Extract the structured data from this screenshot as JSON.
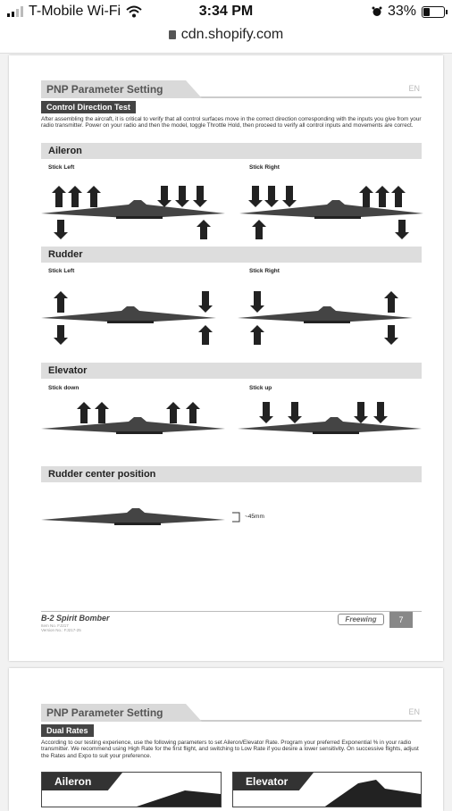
{
  "status_bar": {
    "carrier": "T-Mobile Wi-Fi",
    "time": "3:34 PM",
    "battery": "33%",
    "battery_level": 0.33
  },
  "browser": {
    "url": "cdn.shopify.com"
  },
  "page1": {
    "header": {
      "title": "PNP Parameter Setting",
      "lang": "EN"
    },
    "subheader": "Control Direction Test",
    "intro": "After assembling the aircraft, it is critical to verify that all control surfaces move in the correct direction corresponding with the inputs you give from your radio transmitter. Power on your radio and then the model, toggle Throttle Hold, then proceed to verify all control inputs and movements are correct.",
    "sections": [
      {
        "title": "Aileron",
        "left_label": "Stick Left",
        "right_label": "Stick Right"
      },
      {
        "title": "Rudder",
        "left_label": "Stick Left",
        "right_label": "Stick Right"
      },
      {
        "title": "Elevator",
        "left_label": "Stick down",
        "right_label": "Stick up"
      },
      {
        "title": "Rudder center position",
        "measure": "~45mm"
      }
    ],
    "footer": {
      "title": "B-2 Spirit Bomber",
      "item_no": "Item No. FJ217",
      "version": "Version No.: FJ217-25",
      "brand": "Freewing",
      "page_number": "7"
    }
  },
  "page2": {
    "header": {
      "title": "PNP Parameter Setting",
      "lang": "EN"
    },
    "subheader": "Dual Rates",
    "intro": "According to our testing experience, use the following parameters to set Aileron/Elevator Rate. Program your preferred Exponential % in your radio transmitter. We recommend using High Rate for the first flight, and switching to Low Rate if you desire a lower sensitivity. On successive flights, adjust the Rates and Expo to suit your preference.",
    "boxes": [
      {
        "label": "Aileron"
      },
      {
        "label": "Elevator"
      }
    ]
  }
}
